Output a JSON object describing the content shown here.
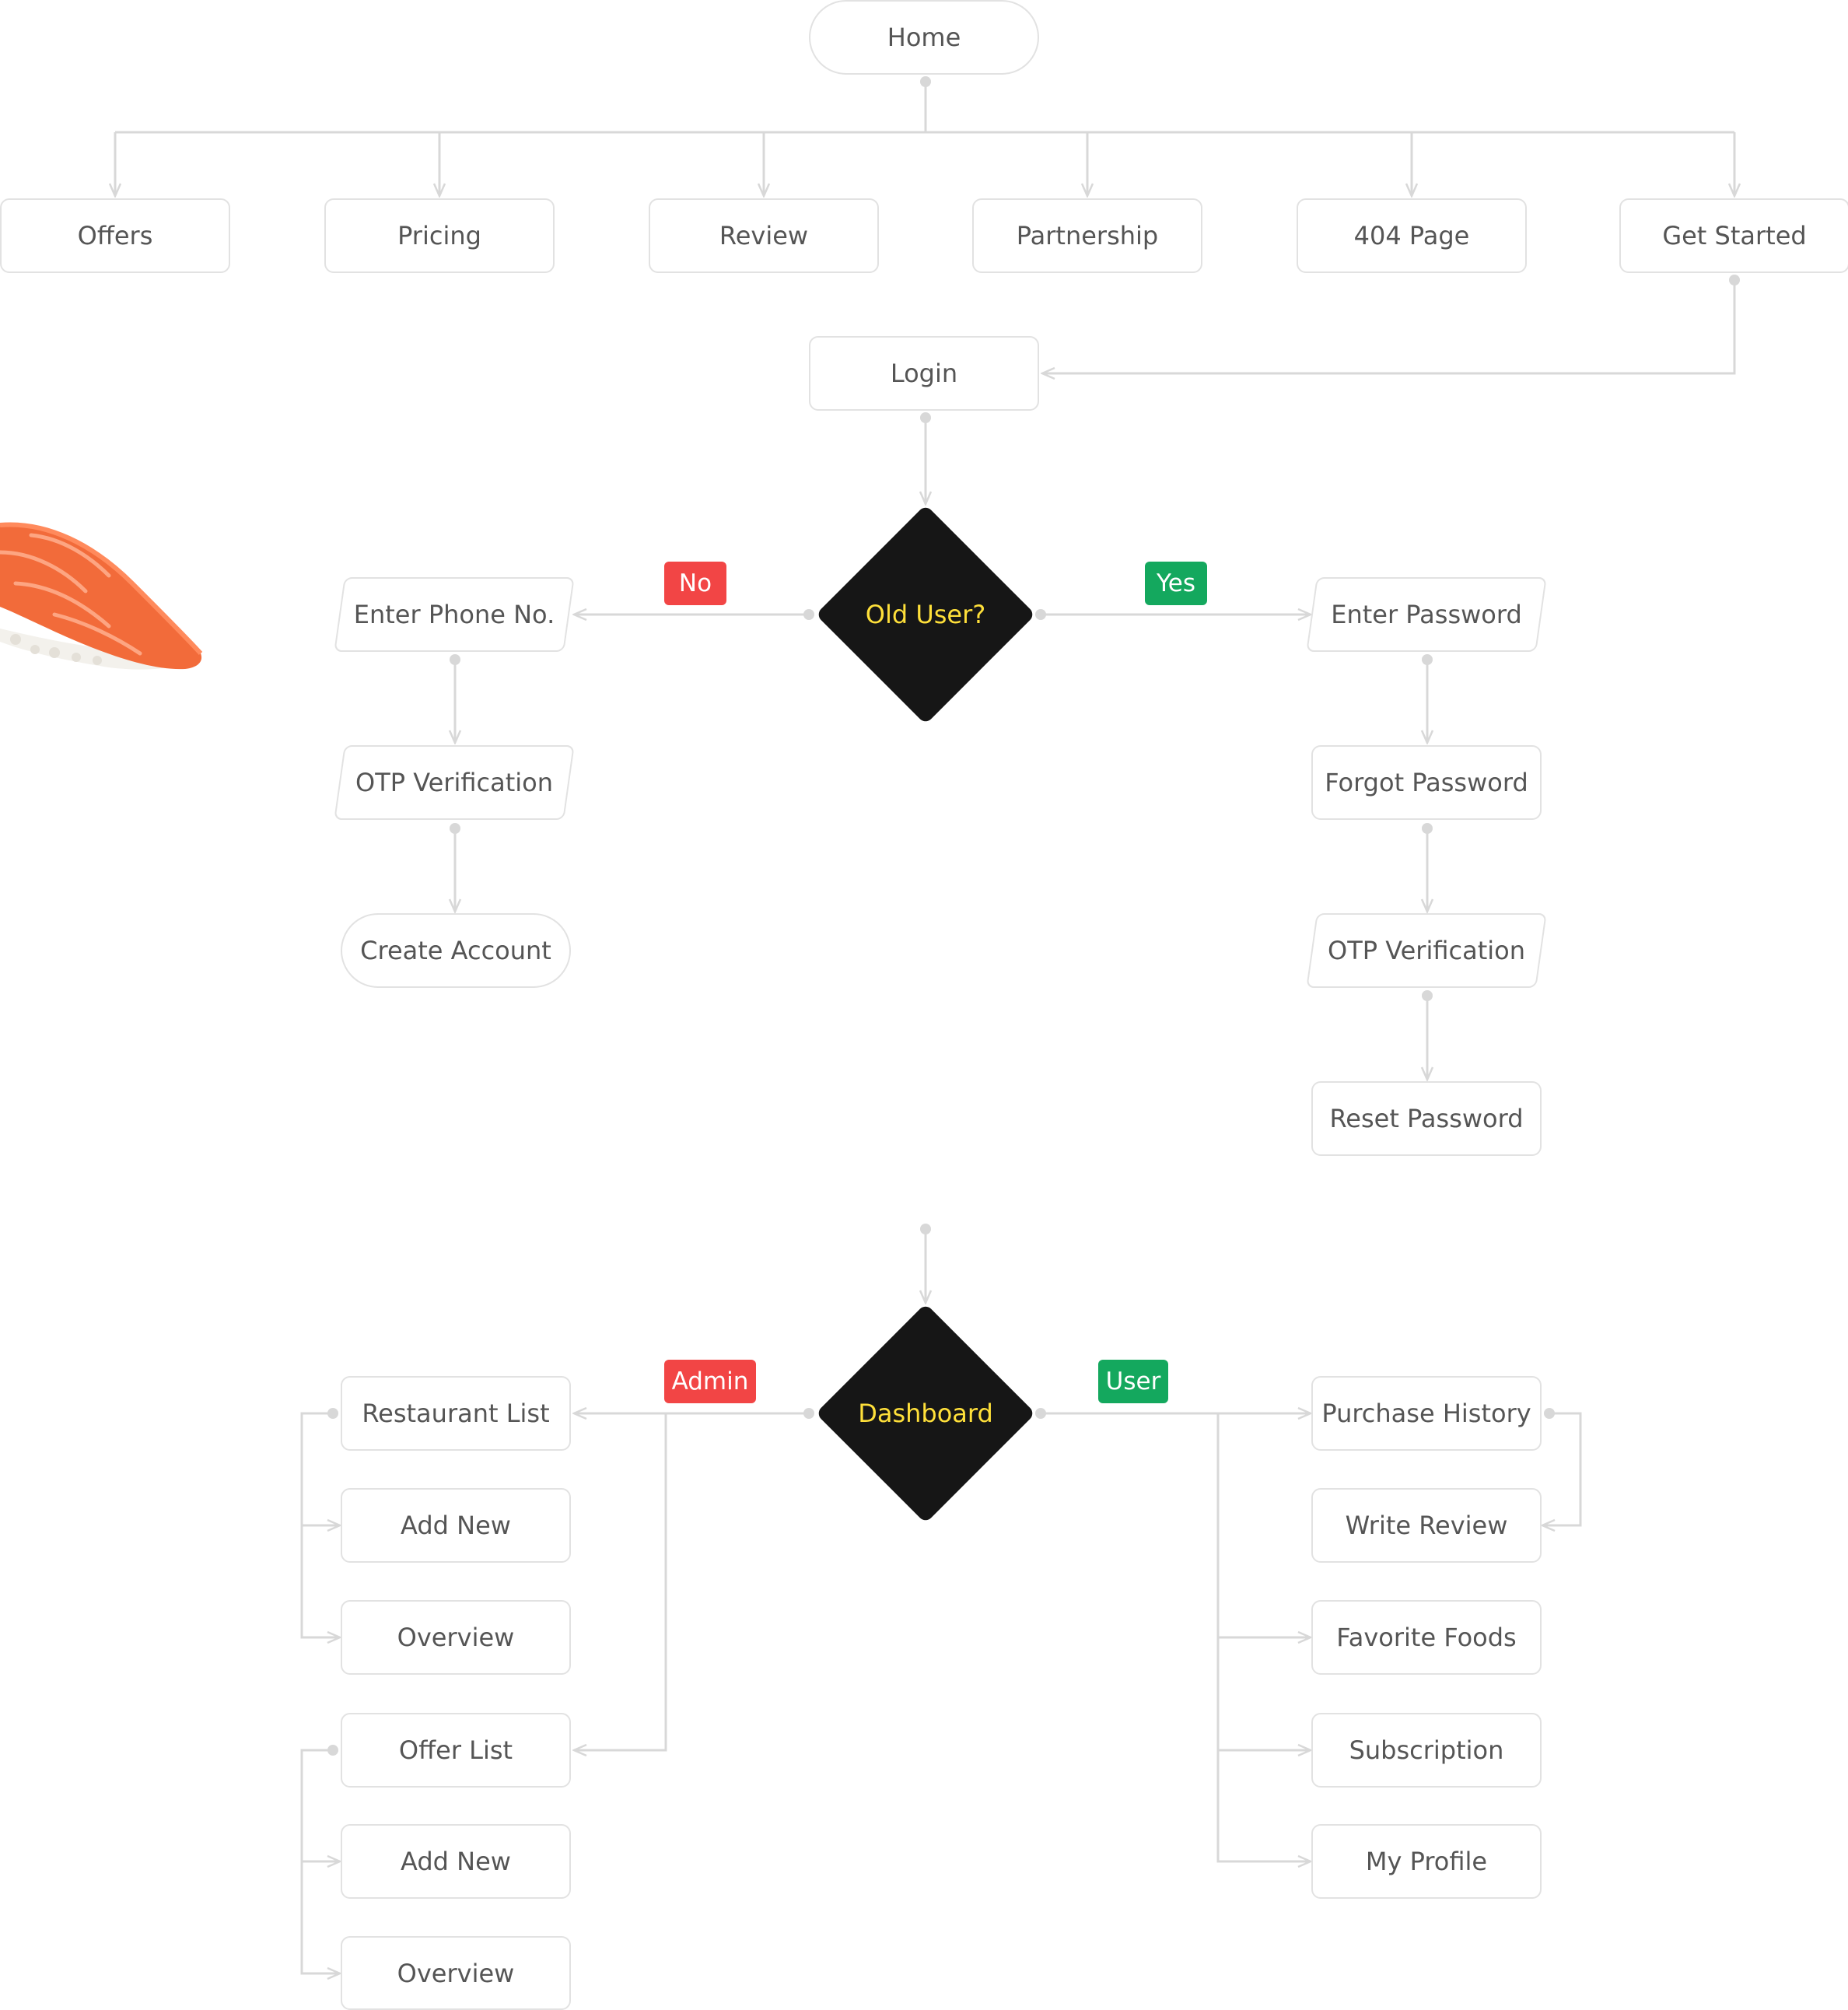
{
  "nav": {
    "home": "Home",
    "offers": "Offers",
    "pricing": "Pricing",
    "review": "Review",
    "partnership": "Partnership",
    "page404": "404 Page",
    "get_started": "Get Started"
  },
  "auth": {
    "login": "Login",
    "decision": "Old User?",
    "no_label": "No",
    "yes_label": "Yes",
    "new_user": {
      "enter_phone": "Enter Phone No.",
      "otp_verification": "OTP Verification",
      "create_account": "Create Account"
    },
    "old_user": {
      "enter_password": "Enter Password",
      "forgot_password": "Forgot Password",
      "otp_verification": "OTP Verification",
      "reset_password": "Reset Password"
    }
  },
  "dashboard": {
    "label": "Dashboard",
    "admin_label": "Admin",
    "user_label": "User",
    "admin": {
      "restaurant_list": "Restaurant List",
      "restaurant_add_new": "Add New",
      "restaurant_overview": "Overview",
      "offer_list": "Offer List",
      "offer_add_new": "Add New",
      "offer_overview": "Overview"
    },
    "user": {
      "purchase_history": "Purchase History",
      "write_review": "Write Review",
      "favorite_foods": "Favorite Foods",
      "subscription": "Subscription",
      "my_profile": "My Profile"
    }
  },
  "colors": {
    "connector": "#d8d8d8",
    "node_border": "#e2e2e2",
    "node_text": "#555555",
    "decision_fill": "#161616",
    "decision_text": "#ffe03a",
    "tag_red": "#f24545",
    "tag_green": "#14a85e"
  },
  "icons": {
    "decoration": "salmon-nigiri-icon"
  }
}
